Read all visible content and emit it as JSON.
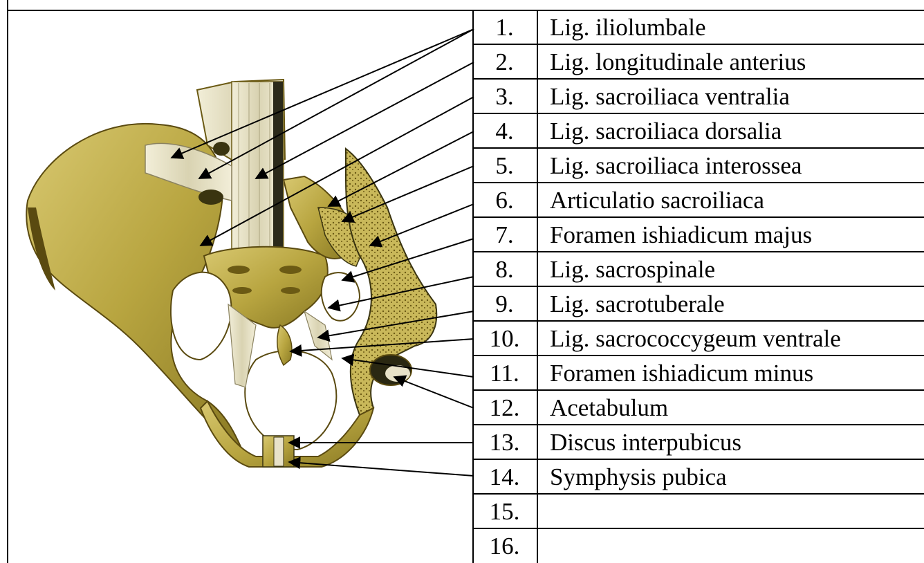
{
  "labels": [
    {
      "number": "1.",
      "text": "Lig. iliolumbale"
    },
    {
      "number": "2.",
      "text": "Lig. longitudinale anterius"
    },
    {
      "number": "3.",
      "text": "Lig. sacroiliaca ventralia"
    },
    {
      "number": "4.",
      "text": "Lig. sacroiliaca dorsalia"
    },
    {
      "number": "5.",
      "text": "Lig. sacroiliaca interossea"
    },
    {
      "number": "6.",
      "text": "Articulatio sacroiliaca"
    },
    {
      "number": "7.",
      "text": "Foramen ishiadicum majus"
    },
    {
      "number": "8.",
      "text": "Lig. sacrospinale"
    },
    {
      "number": "9.",
      "text": "Lig. sacrotuberale"
    },
    {
      "number": "10.",
      "text": "Lig. sacrococcygeum ventrale"
    },
    {
      "number": "11.",
      "text": "Foramen ishiadicum minus"
    },
    {
      "number": "12.",
      "text": "Acetabulum"
    },
    {
      "number": "13.",
      "text": "Discus interpubicus"
    },
    {
      "number": "14.",
      "text": "Symphysis pubica"
    },
    {
      "number": "15.",
      "text": ""
    },
    {
      "number": "16.",
      "text": ""
    }
  ],
  "colors": {
    "bone": "#c9b85a",
    "bone_dark": "#6b5a14",
    "ligament": "#e8e2c8",
    "line": "#000000"
  }
}
